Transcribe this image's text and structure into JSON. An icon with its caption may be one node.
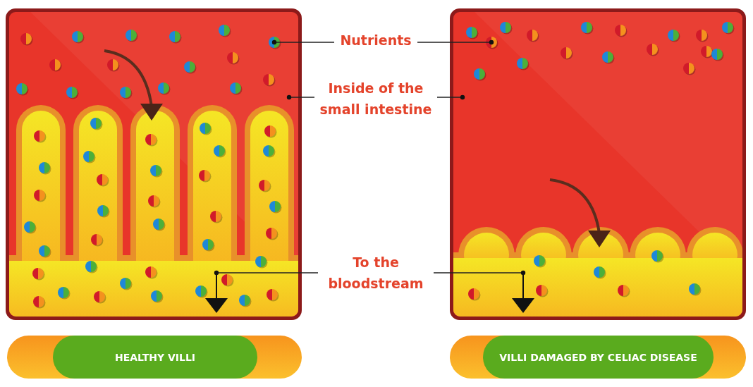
{
  "diagram": {
    "nodes": [
      {
        "text": [],
        "shape": "picture"
      },
      {
        "text": [],
        "shape": "picture"
      },
      {
        "text": [
          "Nutrients"
        ]
      },
      {
        "text": [
          "Inside of the small intestine"
        ]
      },
      {
        "text": [
          "To the bloodstream"
        ]
      },
      {
        "text": [
          "HEALTHY VILLI"
        ]
      },
      {
        "text": [
          "VILLI DAMAGED BY CELIAC DISEASE"
        ]
      }
    ],
    "edges": [
      {
        "from": 2,
        "to": 0,
        "arrow": "other"
      },
      {
        "from": 2,
        "to": 1,
        "arrow": "other"
      },
      {
        "from": 3,
        "to": 0,
        "arrow": "other"
      },
      {
        "from": 3,
        "to": 1,
        "arrow": "other"
      },
      {
        "from": 4,
        "to": 0,
        "arrow": "other"
      },
      {
        "from": 4,
        "to": 1,
        "arrow": "other"
      }
    ]
  }
}
